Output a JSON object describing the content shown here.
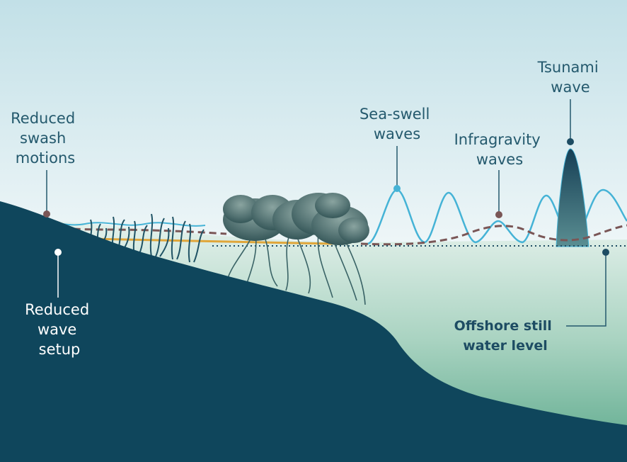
{
  "labels": {
    "reduced_swash": [
      "Reduced",
      "swash",
      "motions"
    ],
    "reduced_setup": [
      "Reduced",
      "wave",
      "setup"
    ],
    "sea_swell": [
      "Sea-swell",
      "waves"
    ],
    "infragravity": [
      "Infragravity",
      "waves"
    ],
    "tsunami": [
      "Tsunami",
      "wave"
    ],
    "offshore": [
      "Offshore still",
      "water level"
    ]
  },
  "colors": {
    "sky_top": "#c2e0e7",
    "sky_bottom": "#ffffff",
    "water_top": "#e4f1ec",
    "water_bottom": "#5aa88a",
    "seabed": "#0f465c",
    "swell_line": "#45b3d6",
    "infragravity_line": "#7a5656",
    "setup_line": "#e0a63a",
    "still_water_line": "#1d4c63",
    "tree": "#4d6c6d",
    "tsunami": "#1d4c63",
    "label_text": "#24596d"
  }
}
